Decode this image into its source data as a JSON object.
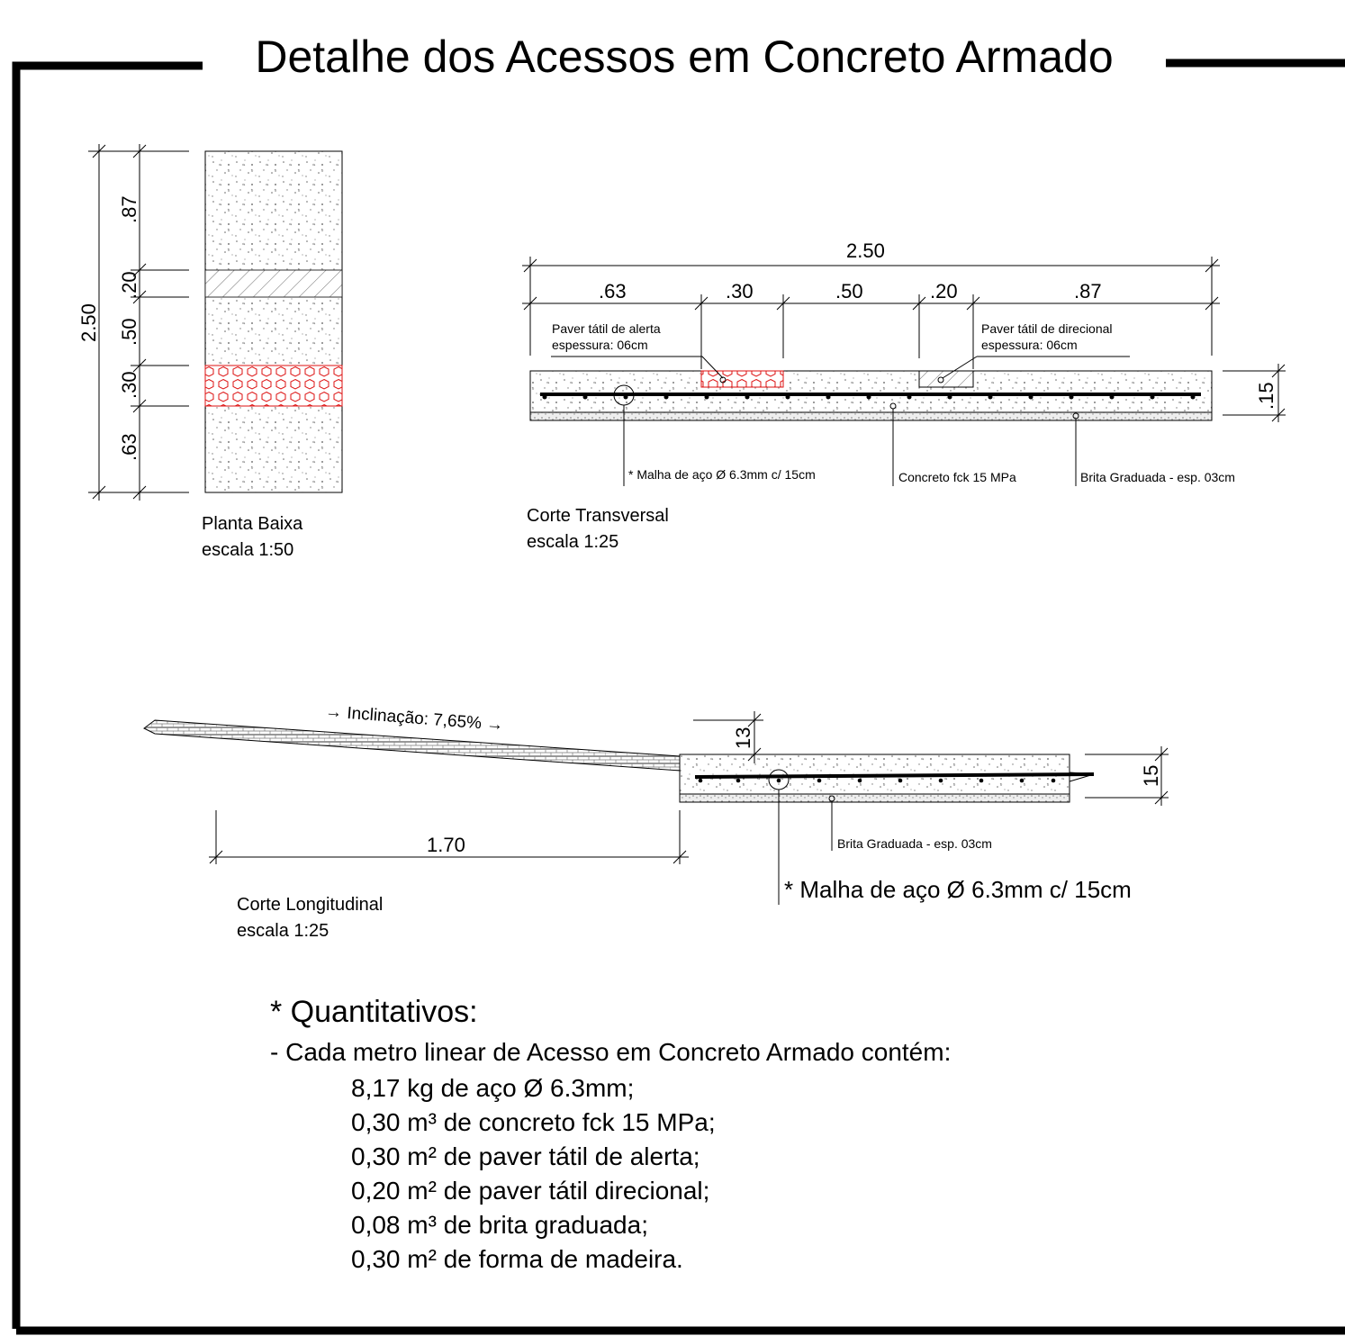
{
  "title": "Detalhe dos Acessos em Concreto Armado",
  "planta": {
    "caption": "Planta Baixa",
    "scale": "escala 1:50",
    "dim_total": "2.50",
    "dims": [
      ".87",
      ".20",
      ".50",
      ".30",
      ".63"
    ]
  },
  "transversal": {
    "caption": "Corte Transversal",
    "scale": "escala 1:25",
    "dim_total": "2.50",
    "dims": [
      ".63",
      ".30",
      ".50",
      ".20",
      ".87"
    ],
    "dim_height": ".15",
    "label_alerta_1": "Paver tátil de alerta",
    "label_alerta_2": "espessura: 06cm",
    "label_direcional_1": "Paver tátil de direcional",
    "label_direcional_2": "espessura: 06cm",
    "label_malha": "* Malha de aço Ø 6.3mm c/ 15cm",
    "label_concreto": "Concreto fck 15 MPa",
    "label_brita": "Brita Graduada - esp. 03cm"
  },
  "longitudinal": {
    "caption": "Corte Longitudinal",
    "scale": "escala 1:25",
    "inclinacao": "Inclinação: 7,65%",
    "dim_length": "1.70",
    "dim_step": "13",
    "dim_height": "15",
    "label_brita": "Brita Graduada - esp. 03cm",
    "label_malha": "* Malha de aço Ø 6.3mm c/ 15cm"
  },
  "quantitativos": {
    "heading": "* Quantitativos:",
    "intro": "- Cada metro linear de Acesso em Concreto Armado contém:",
    "items": [
      "8,17 kg de aço Ø 6.3mm;",
      "0,30 m³ de concreto fck 15 MPa;",
      "0,30 m² de paver tátil de alerta;",
      "0,20 m² de paver tátil direcional;",
      "0,08 m³ de brita graduada;",
      "0,30 m² de forma de madeira."
    ]
  },
  "colors": {
    "line": "#000000",
    "alert_paver": "#dd1111",
    "hatch": "#555555"
  }
}
